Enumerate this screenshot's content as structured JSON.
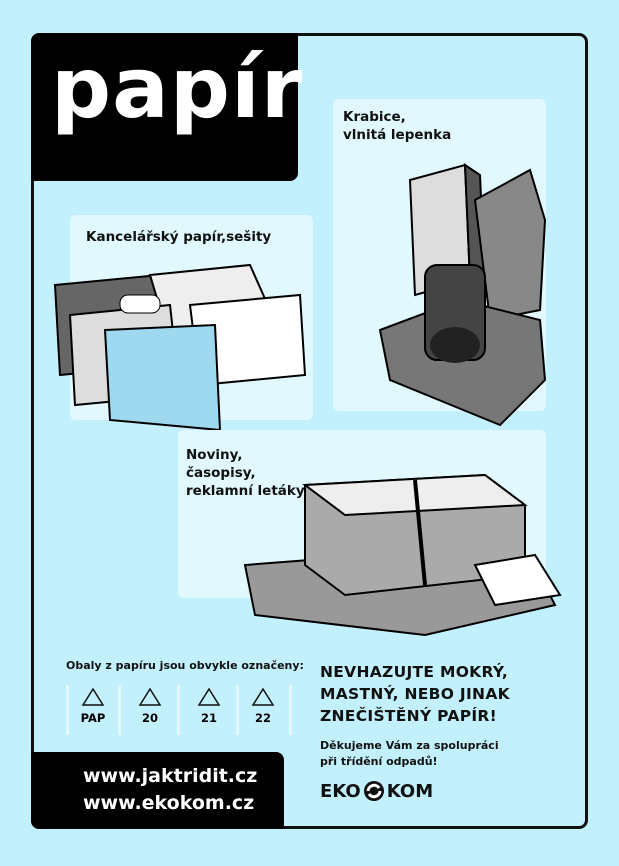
{
  "title": "papír",
  "panels": {
    "boxes": "Krabice, vlnitá lepenka",
    "boxes_l1": "Krabice,",
    "boxes_l2": "vlnitá lepenka",
    "office": "Kancelářský papír,sešity",
    "news_l1": "Noviny,",
    "news_l2": "časopisy,",
    "news_l3": "reklamní letáky"
  },
  "marks": {
    "label": "Obaly z papíru jsou obvykle označeny:",
    "codes": [
      "PAP",
      "20",
      "21",
      "22"
    ]
  },
  "warning": [
    "NEVHAZUJTE MOKRÝ,",
    "MASTNÝ, NEBO JINAK",
    "ZNEČIŠTĚNÝ PAPÍR!"
  ],
  "thanks": [
    "Děkujeme Vám za spolupráci",
    "při třídění odpadů!"
  ],
  "logo": {
    "left": "EKO",
    "right": "KOM"
  },
  "websites": [
    "www.jaktridit.cz",
    "www.ekokom.cz"
  ],
  "colors": {
    "background": "#c2f0fc",
    "panel": "#e0f8fe",
    "dark": "#000000"
  }
}
